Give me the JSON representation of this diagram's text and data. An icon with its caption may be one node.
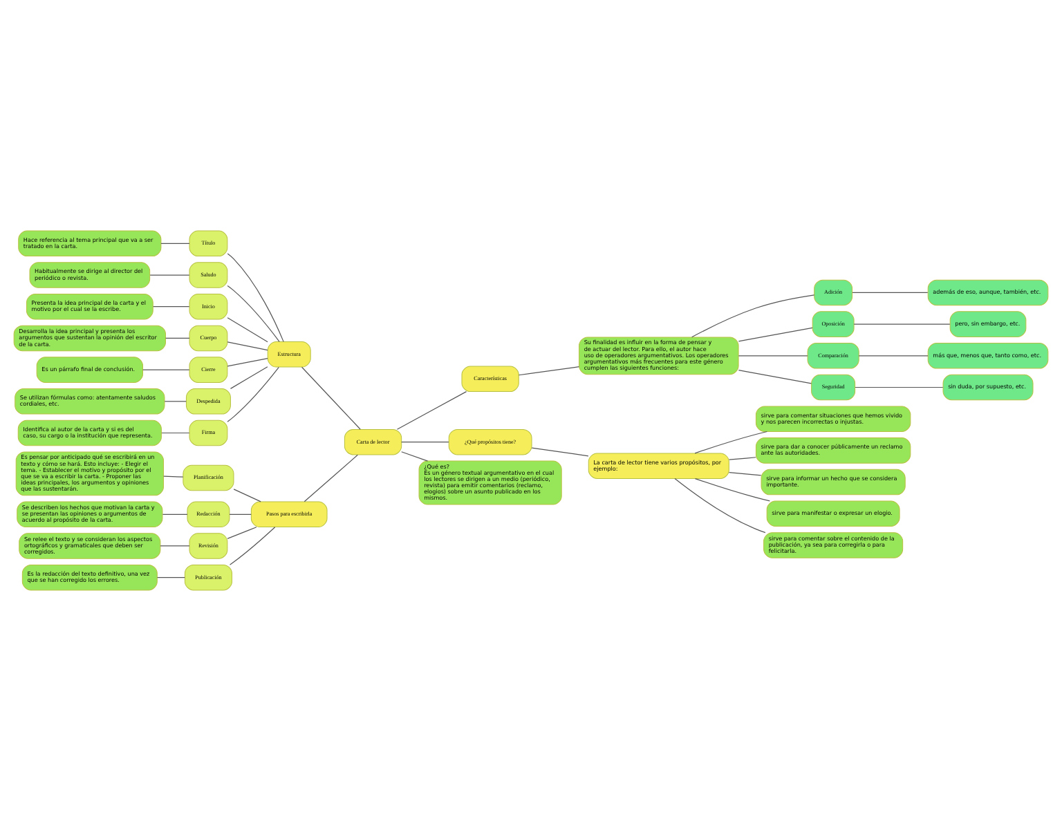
{
  "diagram": {
    "nodes": [
      {
        "text": [
          "Carta de lector"
        ]
      },
      {
        "text": [
          "Estructura"
        ]
      },
      {
        "text": [
          "Título"
        ]
      },
      {
        "text": [
          "Saludo"
        ]
      },
      {
        "text": [
          "Inicio"
        ]
      },
      {
        "text": [
          "Cuerpo"
        ]
      },
      {
        "text": [
          "Cierre"
        ]
      },
      {
        "text": [
          "Despedida"
        ]
      },
      {
        "text": [
          "Firma"
        ]
      },
      {
        "text": [
          "Hace referencia al tema principal que va a ser tratado en la carta."
        ]
      },
      {
        "text": [
          "Habitualmente se dirige al director del periódico o revista."
        ]
      },
      {
        "text": [
          "Presenta la idea principal de la carta y el motivo por el cual se la escribe."
        ]
      },
      {
        "text": [
          "Desarrolla la idea principal y presenta los argumentos que sustentan la opinión del escritor de la carta."
        ]
      },
      {
        "text": [
          "Es un párrafo final de conclusión."
        ]
      },
      {
        "text": [
          "Se utilizan fórmulas como: atentamente saludos cordiales, etc."
        ]
      },
      {
        "text": [
          "Identifica al autor de la carta y si es del caso, su cargo o la institución que representa."
        ]
      },
      {
        "text": [
          "Características"
        ]
      },
      {
        "text": [
          "Su finalidad es influir en la forma de pensar y de actuar del lector. Para ello, el autor hace uso de operadores argumentativos. Los operadores argumentativos más frecuentes para este género cumplen las siguientes funciones:"
        ]
      },
      {
        "text": [
          "Adición"
        ]
      },
      {
        "text": [
          "Oposición"
        ]
      },
      {
        "text": [
          "Comparación"
        ]
      },
      {
        "text": [
          "Seguridad"
        ]
      },
      {
        "text": [
          "además de eso, aunque, también, etc."
        ]
      },
      {
        "text": [
          "pero, sin embargo, etc."
        ]
      },
      {
        "text": [
          "más que, menos que, tanto como, etc."
        ]
      },
      {
        "text": [
          "sin duda, por supuesto, etc."
        ]
      },
      {
        "text": [
          "¿Qué propósitos tiene?"
        ]
      },
      {
        "text": [
          "La carta de lector tiene varios propósitos, por ejemplo:"
        ]
      },
      {
        "text": [
          "sirve para comentar situaciones que hemos vivido y nos parecen incorrectas o injustas."
        ]
      },
      {
        "text": [
          "sirve para dar a conocer públicamente un reclamo ante las autoridades."
        ]
      },
      {
        "text": [
          "sirve para informar un hecho que se considera importante."
        ]
      },
      {
        "text": [
          "sirve para manifestar o expresar un elogio."
        ]
      },
      {
        "text": [
          "sirve para comentar sobre el contenido de la publicación, ya sea para corregirla o para felicitarla."
        ]
      },
      {
        "text": [
          "¿Qué es?",
          "Es un género textual argumentativo en el cual los lectores se dirigen a un medio (periódico, revista) para emitir comentarios (reclamo, elogios) sobre un asunto publicado en los mismos."
        ]
      },
      {
        "text": [
          "Pasos para escribirla"
        ]
      },
      {
        "text": [
          "Planificación"
        ]
      },
      {
        "text": [
          "Redacción"
        ]
      },
      {
        "text": [
          "Revisión"
        ]
      },
      {
        "text": [
          "Publicación"
        ]
      },
      {
        "text": [
          "Es pensar por anticipado qué se escribirá en un texto y cómo se hará. Esto incluye: - Elegir el tema. - Establecer el motivo y propósito por el que se va a escribir la carta. - Proponer las ideas principales, los argumentos y opiniones que las sustentarán."
        ]
      },
      {
        "text": [
          "Se describen los hechos que motivan la carta y se presentan las opiniones o argumentos de acuerdo al propósito de la carta."
        ]
      },
      {
        "text": [
          "Se relee el texto y se consideran los aspectos ortográficos y gramaticales que deben ser corregidos."
        ]
      },
      {
        "text": [
          "Es la redacción del texto definitivo, una vez que se han corregido los errores."
        ]
      }
    ],
    "edges": [
      {
        "from": 1,
        "to": 0,
        "arrow": "none"
      },
      {
        "from": 2,
        "to": 1,
        "arrow": "none"
      },
      {
        "from": 3,
        "to": 1,
        "arrow": "none"
      },
      {
        "from": 4,
        "to": 1,
        "arrow": "none"
      },
      {
        "from": 5,
        "to": 1,
        "arrow": "none"
      },
      {
        "from": 6,
        "to": 1,
        "arrow": "none"
      },
      {
        "from": 7,
        "to": 1,
        "arrow": "none"
      },
      {
        "from": 8,
        "to": 1,
        "arrow": "none"
      },
      {
        "from": 9,
        "to": 2,
        "arrow": "none"
      },
      {
        "from": 10,
        "to": 3,
        "arrow": "none"
      },
      {
        "from": 11,
        "to": 4,
        "arrow": "none"
      },
      {
        "from": 12,
        "to": 5,
        "arrow": "none"
      },
      {
        "from": 13,
        "to": 6,
        "arrow": "none"
      },
      {
        "from": 14,
        "to": 7,
        "arrow": "none"
      },
      {
        "from": 15,
        "to": 8,
        "arrow": "none"
      },
      {
        "from": 0,
        "to": 16,
        "arrow": "none"
      },
      {
        "from": 16,
        "to": 17,
        "arrow": "none"
      },
      {
        "from": 17,
        "to": 18,
        "arrow": "none"
      },
      {
        "from": 17,
        "to": 19,
        "arrow": "none"
      },
      {
        "from": 17,
        "to": 20,
        "arrow": "none"
      },
      {
        "from": 17,
        "to": 21,
        "arrow": "none"
      },
      {
        "from": 18,
        "to": 22,
        "arrow": "none"
      },
      {
        "from": 19,
        "to": 23,
        "arrow": "none"
      },
      {
        "from": 20,
        "to": 24,
        "arrow": "none"
      },
      {
        "from": 21,
        "to": 25,
        "arrow": "none"
      },
      {
        "from": 0,
        "to": 26,
        "arrow": "none"
      },
      {
        "from": 26,
        "to": 27,
        "arrow": "none"
      },
      {
        "from": 27,
        "to": 28,
        "arrow": "none"
      },
      {
        "from": 27,
        "to": 29,
        "arrow": "none"
      },
      {
        "from": 27,
        "to": 30,
        "arrow": "none"
      },
      {
        "from": 27,
        "to": 31,
        "arrow": "none"
      },
      {
        "from": 27,
        "to": 32,
        "arrow": "none"
      },
      {
        "from": 0,
        "to": 33,
        "arrow": "none"
      },
      {
        "from": 34,
        "to": 0,
        "arrow": "none"
      },
      {
        "from": 35,
        "to": 34,
        "arrow": "none"
      },
      {
        "from": 36,
        "to": 34,
        "arrow": "none"
      },
      {
        "from": 37,
        "to": 34,
        "arrow": "none"
      },
      {
        "from": 38,
        "to": 34,
        "arrow": "none"
      },
      {
        "from": 39,
        "to": 35,
        "arrow": "none"
      },
      {
        "from": 40,
        "to": 36,
        "arrow": "none"
      },
      {
        "from": 41,
        "to": 37,
        "arrow": "none"
      },
      {
        "from": 42,
        "to": 38,
        "arrow": "none"
      }
    ]
  }
}
